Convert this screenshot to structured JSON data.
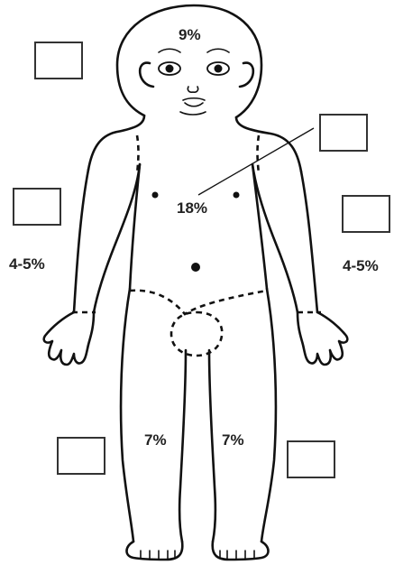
{
  "labels": {
    "head": "9%",
    "trunk": "18%",
    "left_arm": "4-5%",
    "right_arm": "4-5%",
    "left_leg": "7%",
    "right_leg": "7%"
  }
}
